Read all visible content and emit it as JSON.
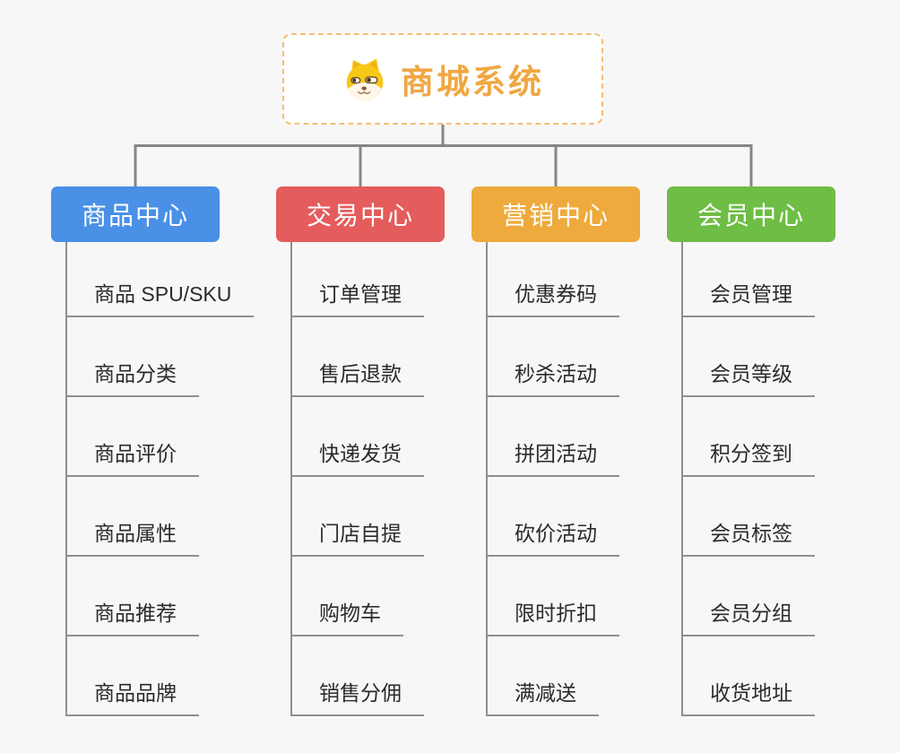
{
  "root": {
    "title": "商城系统",
    "icon": "doge-icon",
    "title_color": "#f0a742",
    "border_color": "#f3be74"
  },
  "branches": [
    {
      "id": "product-center",
      "label": "商品中心",
      "color": "#4a90e6",
      "children": [
        "商品 SPU/SKU",
        "商品分类",
        "商品评价",
        "商品属性",
        "商品推荐",
        "商品品牌"
      ]
    },
    {
      "id": "trade-center",
      "label": "交易中心",
      "color": "#e45c5c",
      "children": [
        "订单管理",
        "售后退款",
        "快递发货",
        "门店自提",
        "购物车",
        "销售分佣"
      ]
    },
    {
      "id": "marketing-center",
      "label": "营销中心",
      "color": "#eeaa3c",
      "children": [
        "优惠券码",
        "秒杀活动",
        "拼团活动",
        "砍价活动",
        "限时折扣",
        "满减送"
      ]
    },
    {
      "id": "member-center",
      "label": "会员中心",
      "color": "#6ebd44",
      "children": [
        "会员管理",
        "会员等级",
        "积分签到",
        "会员标签",
        "会员分组",
        "收货地址"
      ]
    }
  ],
  "colors": {
    "background": "#f7f7f7",
    "connector": "#868686",
    "leaf_line": "#8f8f8f",
    "leaf_text": "#2b2b2b"
  }
}
